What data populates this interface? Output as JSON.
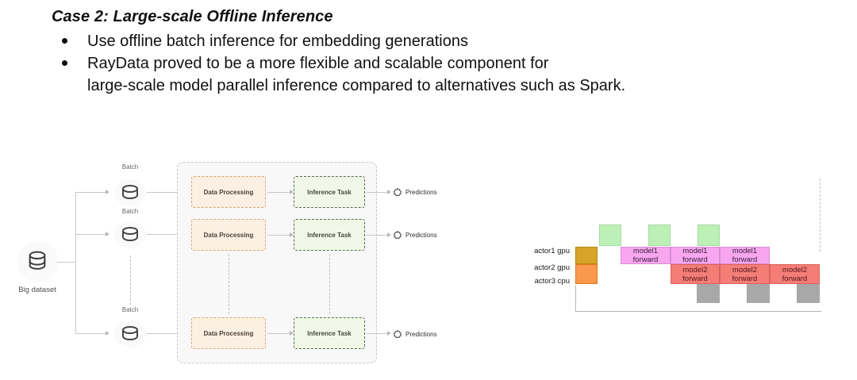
{
  "header": {
    "title": "Case 2: Large-scale Offline Inference",
    "bullets": [
      {
        "lines": [
          "Use offline batch inference for embedding generations"
        ]
      },
      {
        "lines": [
          "RayData proved to be a more flexible and scalable component for",
          "large-scale model parallel inference compared to alternatives such as Spark."
        ]
      }
    ]
  },
  "pipeline": {
    "source_label": "Big dataset",
    "batches": [
      {
        "label": "Batch"
      },
      {
        "label": "Batch"
      },
      {
        "label": "Batch"
      }
    ],
    "rows": [
      {
        "data_processing": "Data Processing",
        "inference_task": "Inference Task",
        "predictions": "Predictions"
      },
      {
        "data_processing": "Data Processing",
        "inference_task": "Inference Task",
        "predictions": "Predictions"
      },
      {
        "data_processing": "Data Processing",
        "inference_task": "Inference Task",
        "predictions": "Predictions"
      }
    ]
  },
  "gantt": {
    "actors": [
      "actor1 gpu",
      "actor2 gpu",
      "actor3 cpu"
    ],
    "model1_blocks": [
      {
        "line1": "model1",
        "line2": "forward"
      },
      {
        "line1": "model1",
        "line2": "forward"
      },
      {
        "line1": "model1",
        "line2": "forward"
      }
    ],
    "model2_blocks": [
      {
        "line1": "model2",
        "line2": "forward"
      },
      {
        "line1": "model2",
        "line2": "forward"
      },
      {
        "line1": "model2",
        "line2": "forward"
      }
    ]
  },
  "colors": {
    "loader_gold": "#d7a328",
    "loader_orange": "#f8994e",
    "batch_green": "#bdf0b6",
    "model1_pink": "#f8a7ef",
    "model2_red": "#f47d78",
    "cpu_gray": "#a8a8a8",
    "dp_fill": "#fcf0e3",
    "it_fill": "#f1f8e8"
  }
}
